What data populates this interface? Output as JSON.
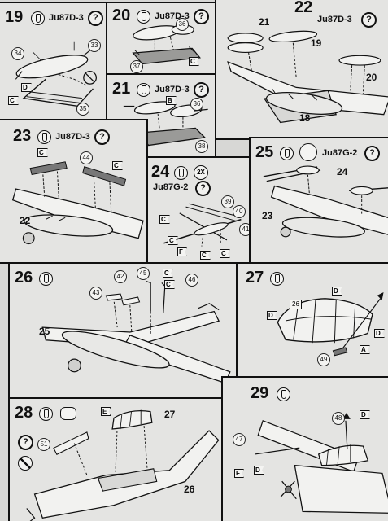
{
  "panels": {
    "p19": {
      "step": "19",
      "model": "Ju87D-3",
      "parts": [
        "33",
        "34",
        "35"
      ],
      "flags": [
        "D",
        "C"
      ]
    },
    "p20": {
      "step": "20",
      "model": "Ju87D-3",
      "parts": [
        "36",
        "37"
      ],
      "flags": [
        "C"
      ]
    },
    "p21": {
      "step": "21",
      "model": "Ju87D-3",
      "parts": [
        "36",
        "38"
      ],
      "flags": [
        "B",
        "C"
      ]
    },
    "p22": {
      "step": "22",
      "model": "Ju87D-3",
      "parts": [
        "21",
        "19",
        "20",
        "18"
      ]
    },
    "p23": {
      "step": "23",
      "model": "Ju87D-3",
      "parts": [
        "44",
        "22"
      ],
      "flags": [
        "C",
        "C"
      ]
    },
    "p24": {
      "step": "24",
      "model": "Ju87G-2",
      "badge": "2X",
      "parts": [
        "39",
        "40",
        "41"
      ],
      "flags": [
        "C",
        "C",
        "F",
        "C",
        "C"
      ]
    },
    "p25": {
      "step": "25",
      "model": "Ju87G-2",
      "parts": [
        "24",
        "23"
      ]
    },
    "p26": {
      "step": "26",
      "parts": [
        "42",
        "45",
        "43",
        "46",
        "25"
      ],
      "flags": [
        "C",
        "C"
      ]
    },
    "p27": {
      "step": "27",
      "parts": [
        "26",
        "49"
      ],
      "flags": [
        "D",
        "D",
        "D",
        "A"
      ]
    },
    "p28": {
      "step": "28",
      "parts": [
        "27",
        "51",
        "26"
      ],
      "flags": [
        "E"
      ]
    },
    "p29": {
      "step": "29",
      "parts": [
        "48",
        "47"
      ],
      "flags": [
        "D",
        "F",
        "D"
      ]
    }
  },
  "symbols": {
    "question": "?",
    "glue": "glue-icon",
    "clock": "clock-icon",
    "no": "prohibited-icon"
  },
  "colors": {
    "paper": "#e4e4e2",
    "ink": "#111111",
    "background": "#9c9c9c"
  }
}
